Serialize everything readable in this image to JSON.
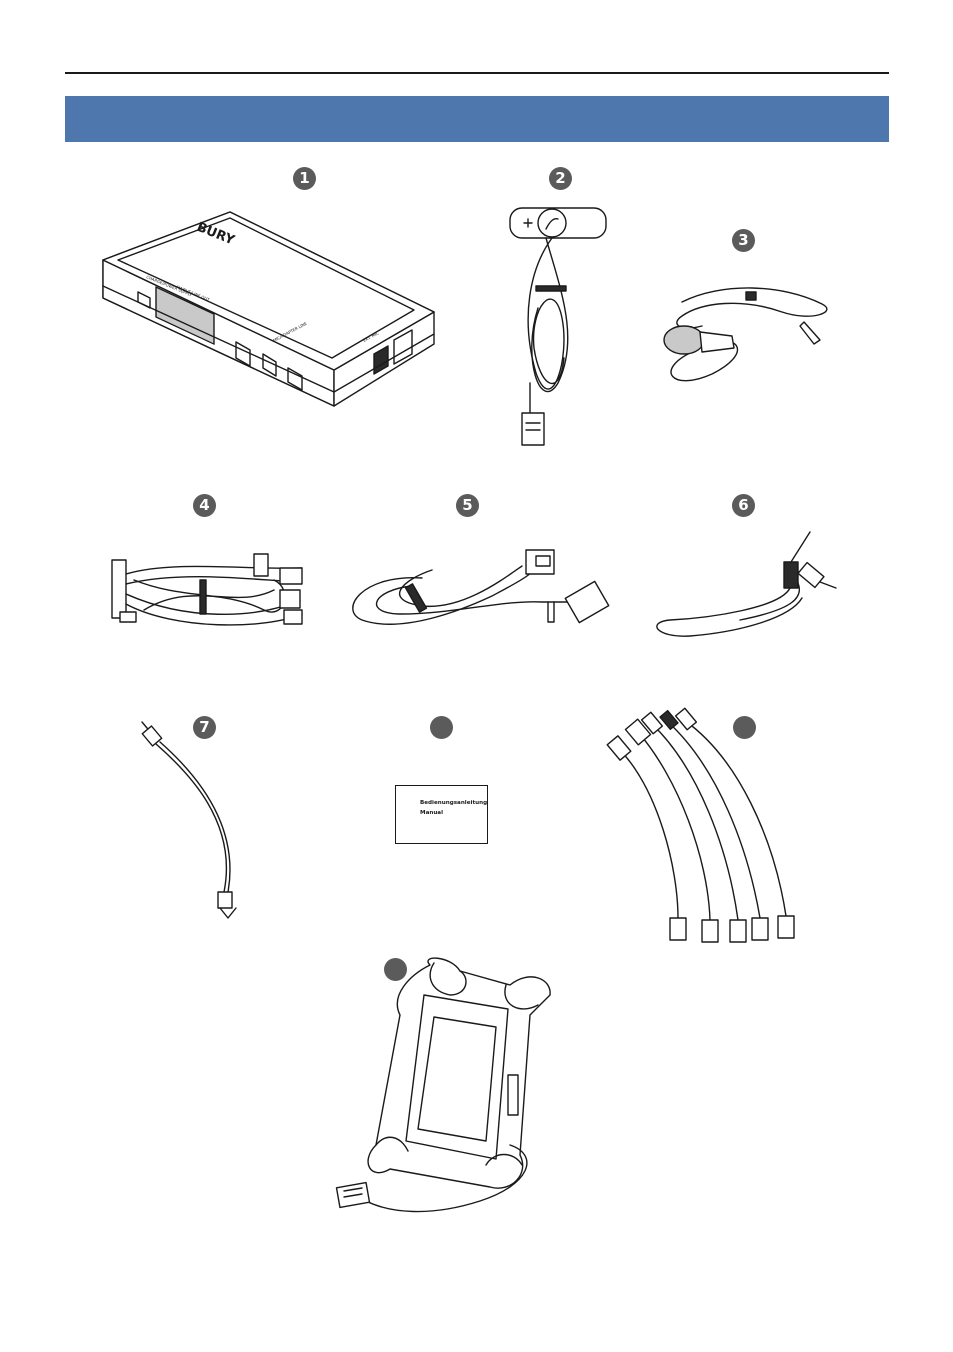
{
  "badges": [
    {
      "id": 1,
      "label": "1"
    },
    {
      "id": 2,
      "label": "2"
    },
    {
      "id": 3,
      "label": "3"
    },
    {
      "id": 4,
      "label": "4"
    },
    {
      "id": 5,
      "label": "5"
    },
    {
      "id": 6,
      "label": "6"
    },
    {
      "id": 7,
      "label": "7"
    },
    {
      "id": 8,
      "label": ""
    },
    {
      "id": 9,
      "label": ""
    },
    {
      "id": 10,
      "label": ""
    }
  ],
  "base_unit": {
    "brand": "BURY",
    "label_charge": "CHARGE/POWER SUPPLY",
    "label_line": "FM/BUS/LINE OUT",
    "label_mic": "MIC/ADAPTER LINE",
    "label_ext": "EXT. MIC"
  },
  "manual": {
    "line1": "Bedienungsanleitung",
    "line2": "Manual"
  },
  "icons": {
    "control_unit_icon": "phone-handset-icon"
  },
  "colors": {
    "banner": "#4e78ad",
    "badge": "#5b5b5b"
  }
}
